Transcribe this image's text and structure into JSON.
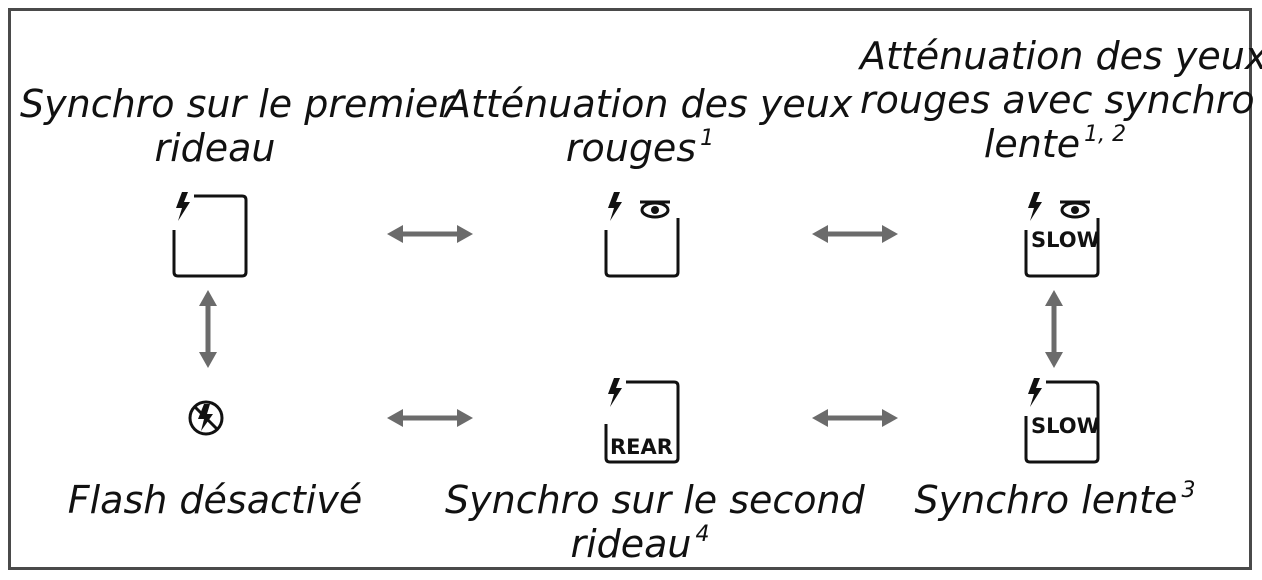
{
  "modes": {
    "front_curtain": {
      "line1": "Synchro sur le premier",
      "line2": "rideau"
    },
    "red_eye": {
      "line1": "Atténuation des yeux",
      "line2": "rouges",
      "note": "1"
    },
    "red_eye_slow": {
      "line1": "Atténuation des yeux",
      "line2": "rouges avec synchro",
      "line3": "lente",
      "note": "1, 2"
    },
    "flash_off": {
      "line1": "Flash désactivé"
    },
    "rear_curtain": {
      "line1": "Synchro sur le second",
      "line2": "rideau",
      "note": "4"
    },
    "slow_sync": {
      "line1": "Synchro lente",
      "note": "3"
    }
  },
  "icon_labels": {
    "slow": "SLOW",
    "rear": "REAR"
  },
  "colors": {
    "arrow": "#6b6b6b",
    "border": "#4a4a4a",
    "icon": "#111111"
  }
}
